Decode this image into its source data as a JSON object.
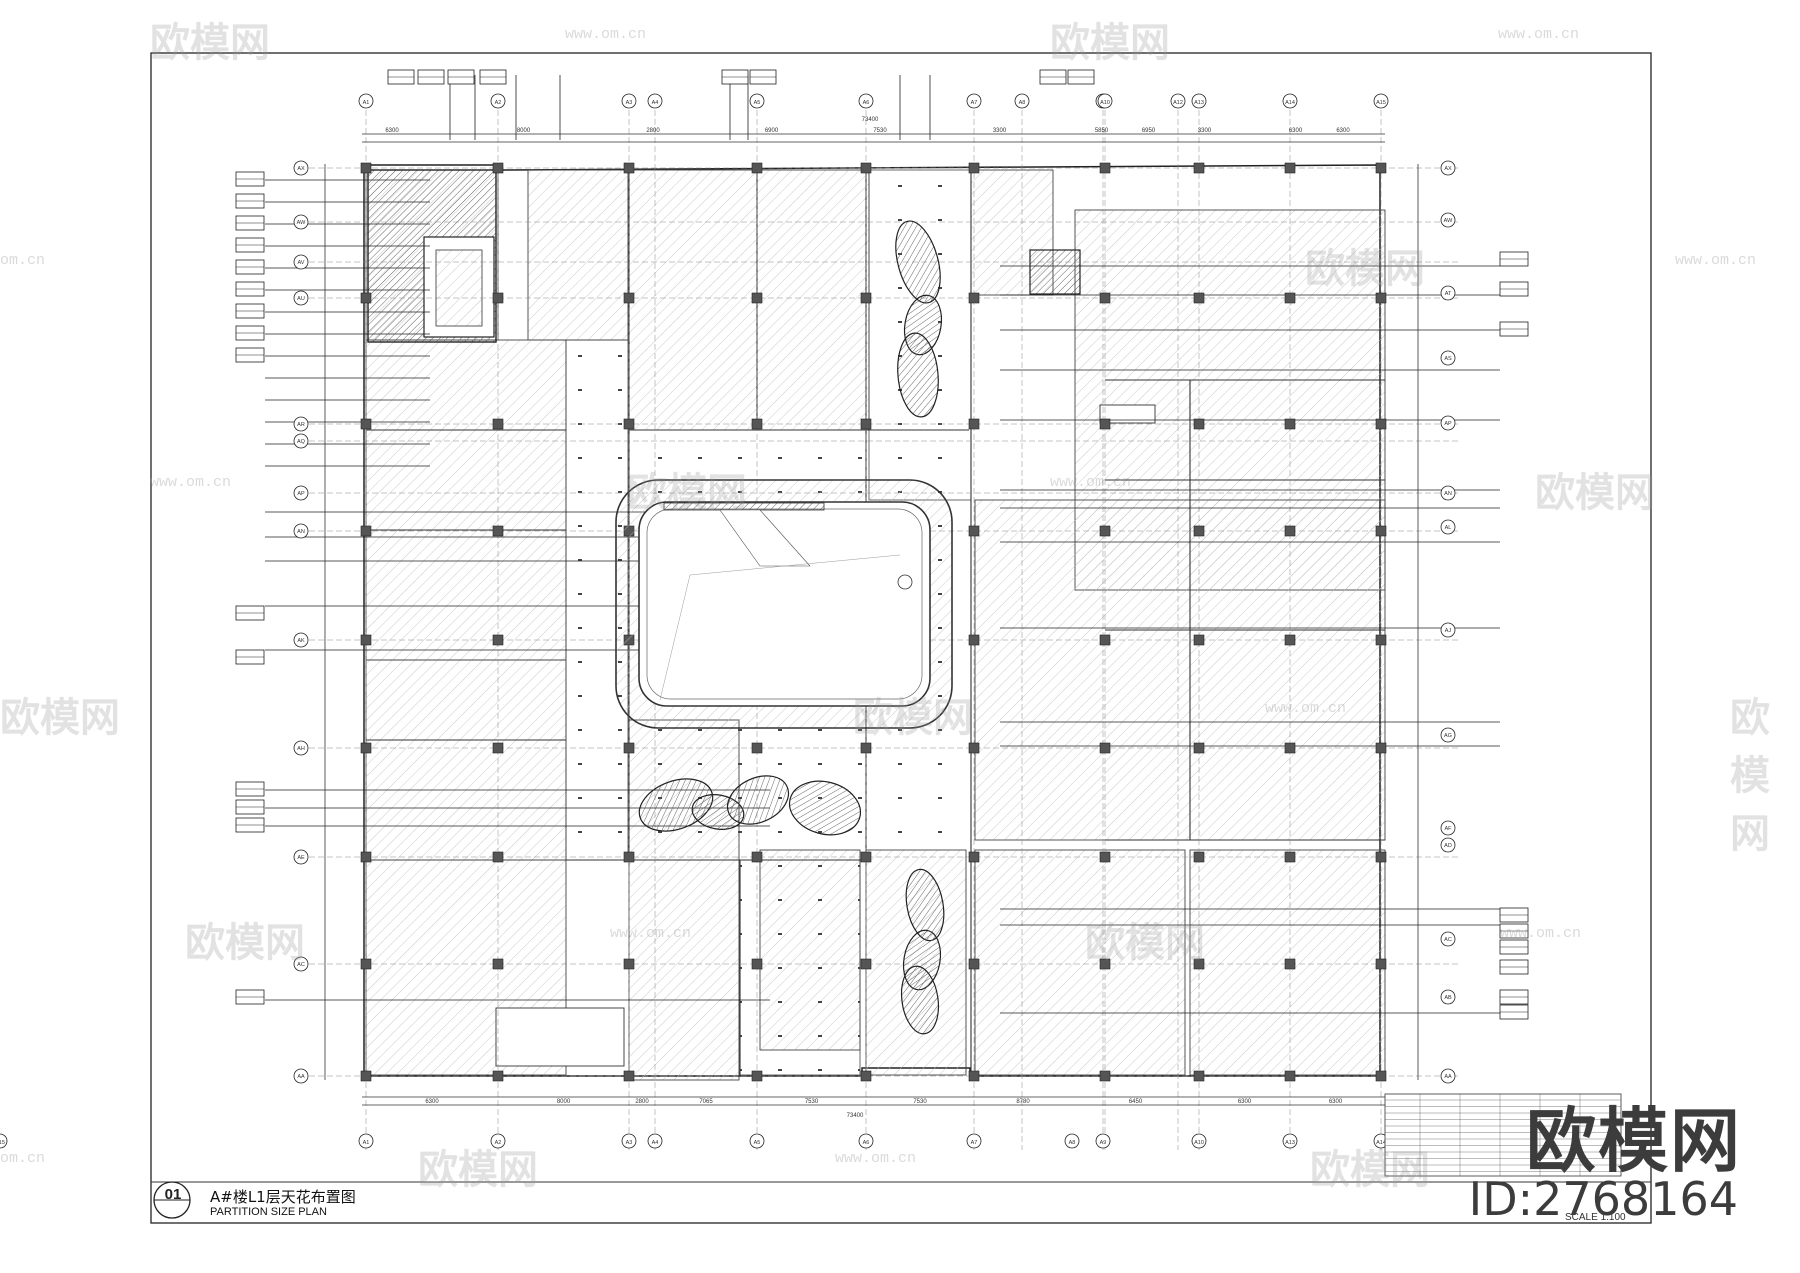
{
  "drawing": {
    "number": "01",
    "title_cn": "A#楼L1层天花布置图",
    "title_en": "PARTITION SIZE PLAN",
    "scale": "SCALE  1:100"
  },
  "watermark": {
    "brand": "欧模网",
    "url": "www.om.cn",
    "url_short": "om.cn",
    "id": "ID:2768164"
  },
  "grid_top": [
    "A1",
    "A2",
    "A3",
    "A4",
    "A5",
    "A6",
    "A7",
    "A8",
    "A9",
    "A10",
    "A12",
    "A13",
    "A14",
    "A15"
  ],
  "grid_bottom": [
    "A1",
    "A2",
    "A3",
    "A4",
    "A5",
    "A6",
    "A7",
    "A8",
    "A9",
    "A10",
    "A13",
    "A14",
    "A15"
  ],
  "grid_left": [
    "AX",
    "AW",
    "AV",
    "AU",
    "AR",
    "AQ",
    "AP",
    "AN",
    "AK",
    "AH",
    "AE",
    "AC",
    "AA"
  ],
  "grid_right": [
    "AX",
    "AW",
    "AT",
    "AS",
    "AP",
    "AN",
    "AL",
    "AJ",
    "AG",
    "AF",
    "AD",
    "AC",
    "AB",
    "AA"
  ],
  "dims_top": [
    "6300",
    "8000",
    "2800",
    "6900",
    "7530",
    "3300",
    "5850",
    "6950",
    "3300",
    "6300",
    "6300"
  ],
  "dims_bottom": [
    "6300",
    "8000",
    "2800",
    "7065",
    "7530",
    "7530",
    "8780",
    "6450",
    "6300",
    "6300"
  ],
  "total_dim": "73400"
}
